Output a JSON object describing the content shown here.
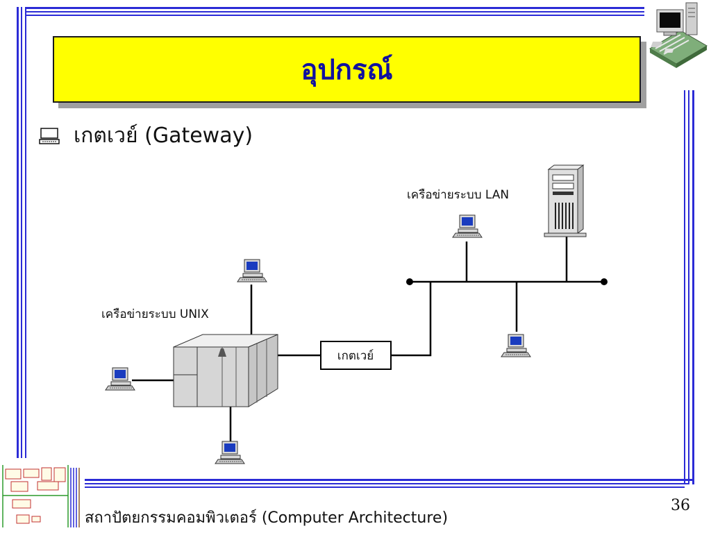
{
  "slide": {
    "title": "อุปกรณ์",
    "bullet": "เกตเวย์ (Gateway)",
    "footer": "สถาปัตยกรรมคอมพิวเตอร์ (Computer Architecture)",
    "page_number": "36"
  },
  "diagram": {
    "label_lan": "เครือข่ายระบบ  LAN",
    "label_unix": "เครือข่ายระบบ  UNIX",
    "gateway_label": "เกตเวย์"
  },
  "colors": {
    "frame": "#2b2bd6",
    "title_bg": "#ffff00",
    "title_text": "#1010a0"
  },
  "icons": [
    "computer-icon",
    "motherboard-icon",
    "workstation-icon",
    "server-tower-icon",
    "mainframe-icon",
    "architecture-diagram-icon"
  ]
}
